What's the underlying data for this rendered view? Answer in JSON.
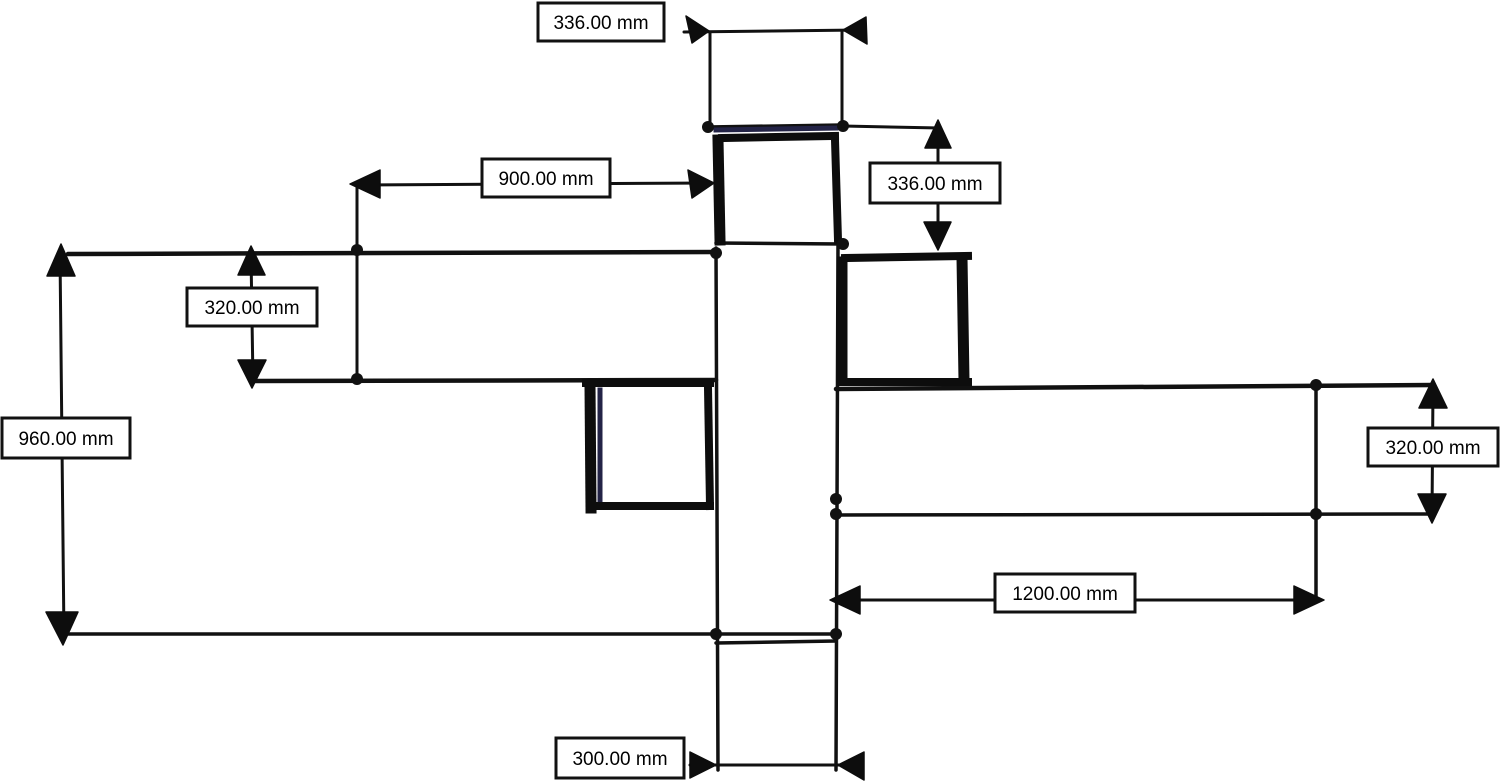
{
  "colors": {
    "ink": "#111111",
    "accent": "#232346",
    "background": "#ffffff"
  },
  "dimensions": [
    {
      "id": "top-width",
      "label": "336.00 mm"
    },
    {
      "id": "top-height",
      "label": "336.00 mm"
    },
    {
      "id": "left-arm-length",
      "label": "900.00 mm"
    },
    {
      "id": "left-arm-width",
      "label": "320.00 mm"
    },
    {
      "id": "overall-height",
      "label": "960.00 mm"
    },
    {
      "id": "right-arm-width",
      "label": "320.00 mm"
    },
    {
      "id": "right-arm-length",
      "label": "1200.00 mm"
    },
    {
      "id": "stem-width",
      "label": "300.00 mm"
    }
  ]
}
